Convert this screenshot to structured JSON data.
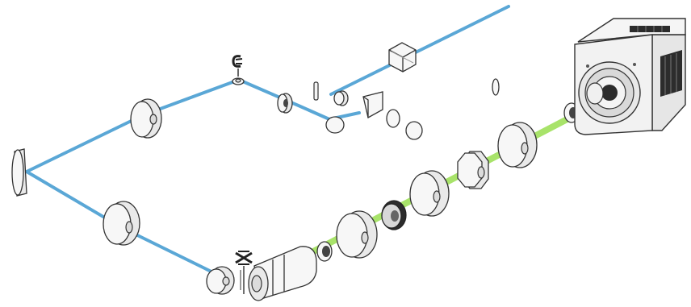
{
  "scene": {
    "colors": {
      "beam_blue": "#5aa7d6",
      "beam_green": "#a8e36a",
      "outline": "#333333",
      "camera_body": "#f2f2f2",
      "camera_dark": "#2c2c2c"
    },
    "components": [
      "mirror-left",
      "lens-upper",
      "lens-lower",
      "periscope-mirror",
      "small-lens-center",
      "beam-splitter-cube",
      "prism",
      "objective",
      "filter-wheel",
      "relay-lenses",
      "camera"
    ]
  }
}
